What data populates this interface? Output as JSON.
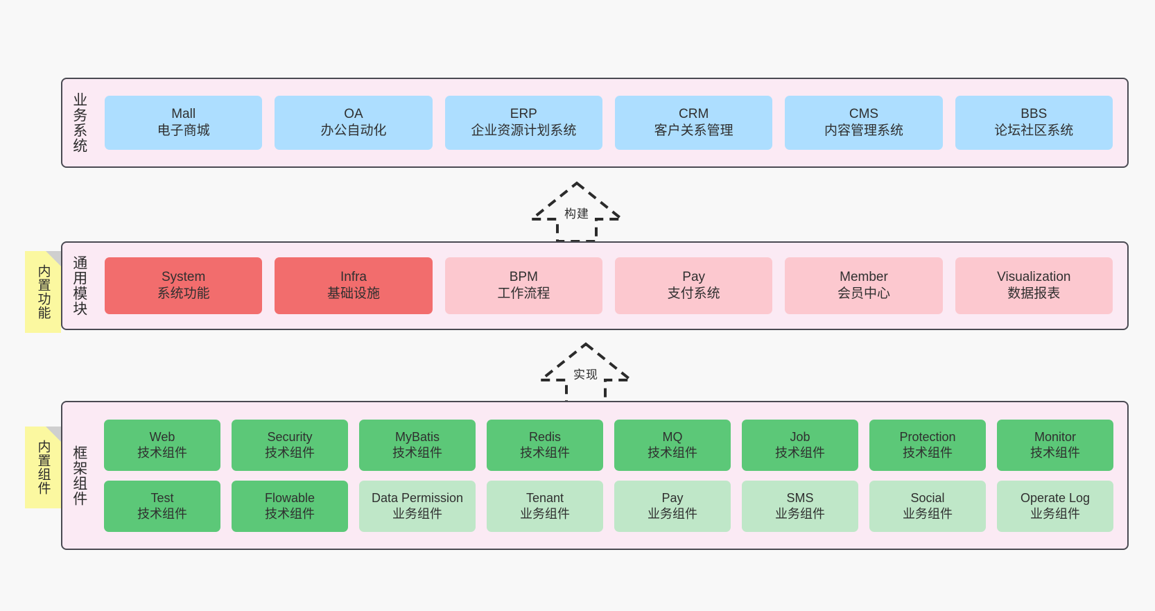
{
  "diagram": {
    "layers": [
      {
        "id": "business-systems",
        "title": "业务系统",
        "rows": [
          {
            "kind": "biz",
            "items": [
              {
                "en": "Mall",
                "cn": "电子商城"
              },
              {
                "en": "OA",
                "cn": "办公自动化"
              },
              {
                "en": "ERP",
                "cn": "企业资源计划系统"
              },
              {
                "en": "CRM",
                "cn": "客户关系管理"
              },
              {
                "en": "CMS",
                "cn": "内容管理系统"
              },
              {
                "en": "BBS",
                "cn": "论坛社区系统"
              }
            ]
          }
        ]
      },
      {
        "id": "common-modules",
        "title": "通用模块",
        "note": "内置功能",
        "rows": [
          {
            "kind": "mod",
            "items": [
              {
                "en": "System",
                "cn": "系统功能",
                "style": "strong"
              },
              {
                "en": "Infra",
                "cn": "基础设施",
                "style": "strong"
              },
              {
                "en": "BPM",
                "cn": "工作流程",
                "style": "soft"
              },
              {
                "en": "Pay",
                "cn": "支付系统",
                "style": "soft"
              },
              {
                "en": "Member",
                "cn": "会员中心",
                "style": "soft"
              },
              {
                "en": "Visualization",
                "cn": "数据报表",
                "style": "soft"
              }
            ]
          }
        ]
      },
      {
        "id": "framework-components",
        "title": "框架组件",
        "note": "内置组件",
        "rows": [
          {
            "kind": "comp",
            "items": [
              {
                "en": "Web",
                "cn": "技术组件",
                "style": "tech"
              },
              {
                "en": "Security",
                "cn": "技术组件",
                "style": "tech"
              },
              {
                "en": "MyBatis",
                "cn": "技术组件",
                "style": "tech"
              },
              {
                "en": "Redis",
                "cn": "技术组件",
                "style": "tech"
              },
              {
                "en": "MQ",
                "cn": "技术组件",
                "style": "tech"
              },
              {
                "en": "Job",
                "cn": "技术组件",
                "style": "tech"
              },
              {
                "en": "Protection",
                "cn": "技术组件",
                "style": "tech"
              },
              {
                "en": "Monitor",
                "cn": "技术组件",
                "style": "tech"
              }
            ]
          },
          {
            "kind": "comp",
            "items": [
              {
                "en": "Test",
                "cn": "技术组件",
                "style": "tech"
              },
              {
                "en": "Flowable",
                "cn": "技术组件",
                "style": "tech"
              },
              {
                "en": "Data Permission",
                "cn": "业务组件",
                "style": "biz2"
              },
              {
                "en": "Tenant",
                "cn": "业务组件",
                "style": "biz2"
              },
              {
                "en": "Pay",
                "cn": "业务组件",
                "style": "biz2"
              },
              {
                "en": "SMS",
                "cn": "业务组件",
                "style": "biz2"
              },
              {
                "en": "Social",
                "cn": "业务组件",
                "style": "biz2"
              },
              {
                "en": "Operate Log",
                "cn": "业务组件",
                "style": "biz2"
              }
            ]
          }
        ]
      }
    ],
    "connectors": [
      {
        "id": "build",
        "label": "构建"
      },
      {
        "id": "implement",
        "label": "实现"
      }
    ],
    "colors": {
      "background": "#f8f8f8",
      "layer_fill": "#fbeaf4",
      "layer_border": "#4a4a52",
      "business_box": "#addeff",
      "module_strong": "#f26d6d",
      "module_soft": "#fcc8cf",
      "component_tech": "#5cc878",
      "component_business": "#bfe7c8",
      "note_fill": "#fbf8a0",
      "note_fold": "#cfcfcf",
      "connector_stroke": "#2b2b2b"
    }
  }
}
